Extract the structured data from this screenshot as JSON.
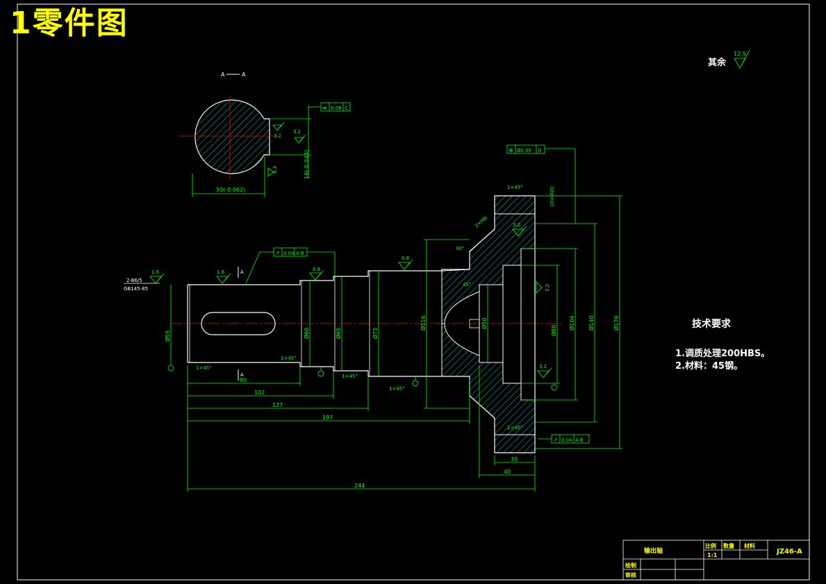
{
  "title": "1零件图",
  "surface_rest": {
    "label": "其余",
    "value": "12.5"
  },
  "requirements": {
    "title": "技术要求",
    "items": [
      "1.调质处理200HBS。",
      "2.材料：45钢。"
    ]
  },
  "section": {
    "label_left": "A",
    "label_right": "A",
    "width_dim": "50(-0.062)",
    "key_depth_dim": "16(-0.043)",
    "symmetry_tol": "0.08",
    "symmetry_datum": "C",
    "rough_a": "3.2",
    "rough_b": "3.2",
    "rough_c": "6.3"
  },
  "dimensions": {
    "d55": "Ø55",
    "d60": "Ø60",
    "d65": "Ø65",
    "d75": "Ø75",
    "d116": "Ø116",
    "d50": "Ø50",
    "d80": "Ø80",
    "d104": "Ø104",
    "d140": "Ø140",
    "d176": "Ø176",
    "l80": "80",
    "l102": "102",
    "l127": "127",
    "l197": "197",
    "l244": "244",
    "l30": "30",
    "l40": "40",
    "ch1": "1×45°",
    "ch2": "1×45°",
    "ch3": "1×45°",
    "ch4": "1×45°",
    "ch5": "1×45°",
    "ch6": "1×45°",
    "holes_top": "10×Ø20",
    "holes_side": "2×M8",
    "angle30": "30°",
    "angle45": "45°",
    "center_note": "2-B6/5",
    "center_std": "GB145-85",
    "section_mark": "A"
  },
  "tolerances": {
    "runout1": "0.04",
    "runout1_datum": "A-B",
    "position": "Ø0.05",
    "position_datum": "D",
    "runout2": "0.04",
    "runout2_datum": "A-B"
  },
  "roughness": [
    "1.6",
    "1.6",
    "0.8",
    "0.8",
    "3.2",
    "3.2",
    "3.2"
  ],
  "titleblock": {
    "part_name": "输出轴",
    "scale_label": "比例",
    "qty_label": "数量",
    "material_label": "材料",
    "drawing_no": "JZ46-A",
    "scale_value": "1:1",
    "drawn_label": "绘制",
    "checked_label": "审核"
  },
  "colors": {
    "background": "#000000",
    "outline": "#ffffff",
    "dimension": "#00ff00",
    "centerline": "#ff0000",
    "hatch": "#00ffff",
    "title": "#ffff00"
  }
}
